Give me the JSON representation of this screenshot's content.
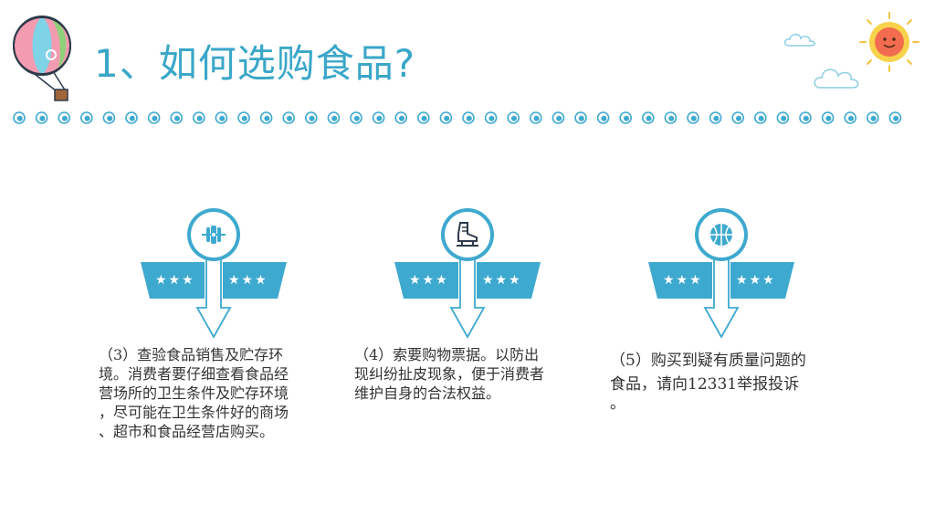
{
  "title": "1、如何选购食品?",
  "colors": {
    "accent": "#3aa7c8",
    "banner": "#3ea9cf",
    "text": "#333333"
  },
  "cards": [
    {
      "icon": "dumbbell-icon",
      "stars_left": "★★★",
      "stars_right": "★★★",
      "lines": [
        "（3）查验食品销售及贮存环",
        "境。消费者要仔细查看食品经",
        "营场所的卫生条件及贮存环境",
        "，尽可能在卫生条件好的商场",
        "、超市和食品经营店购买。"
      ]
    },
    {
      "icon": "ice-skate-icon",
      "stars_left": "★★★",
      "stars_right": "★★★",
      "lines": [
        "（4）索要购物票据。以防出",
        "现纠纷扯皮现象，便于消费者",
        "维护自身的合法权益。"
      ]
    },
    {
      "icon": "basketball-icon",
      "stars_left": "★★★",
      "stars_right": "★★★",
      "lines": [
        "（5）购买到疑有质量问题的",
        "食品，请向12331举报投诉",
        "。"
      ]
    }
  ]
}
